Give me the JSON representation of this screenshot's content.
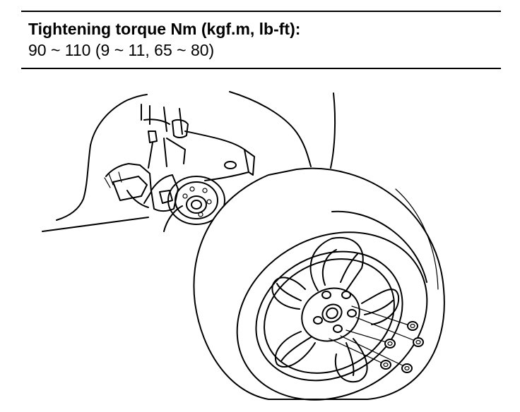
{
  "spec": {
    "label": "Tightening torque Nm (kgf.m, lb-ft):",
    "value": "90 ~ 110 (9 ~ 11, 65 ~ 80)"
  },
  "illustration": {
    "subject": "wheel-and-hub-assembly",
    "lug_nut_count": 5,
    "spoke_count": 5
  }
}
